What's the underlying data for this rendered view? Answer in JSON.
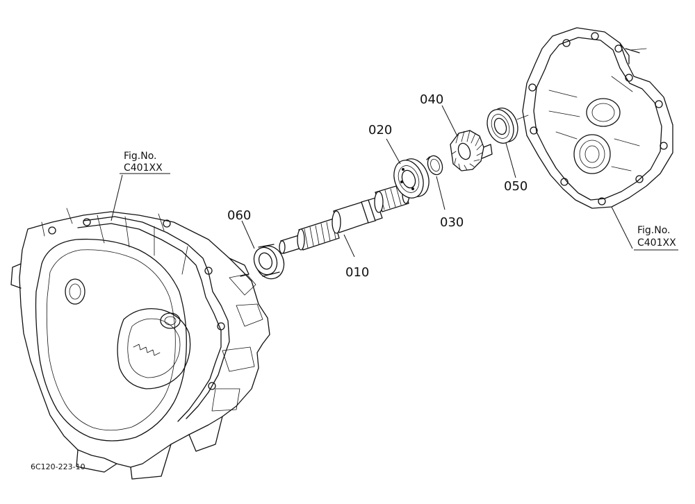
{
  "parts": {
    "p010": "010",
    "p020": "020",
    "p030": "030",
    "p040": "040",
    "p050": "050",
    "p060": "060"
  },
  "references": {
    "left_fig_label": "Fig.No.",
    "left_fig_code": "C401XX",
    "right_fig_label": "Fig.No.",
    "right_fig_code": "C401XX"
  },
  "footer": {
    "drawing_code": "6C120-223-10"
  }
}
